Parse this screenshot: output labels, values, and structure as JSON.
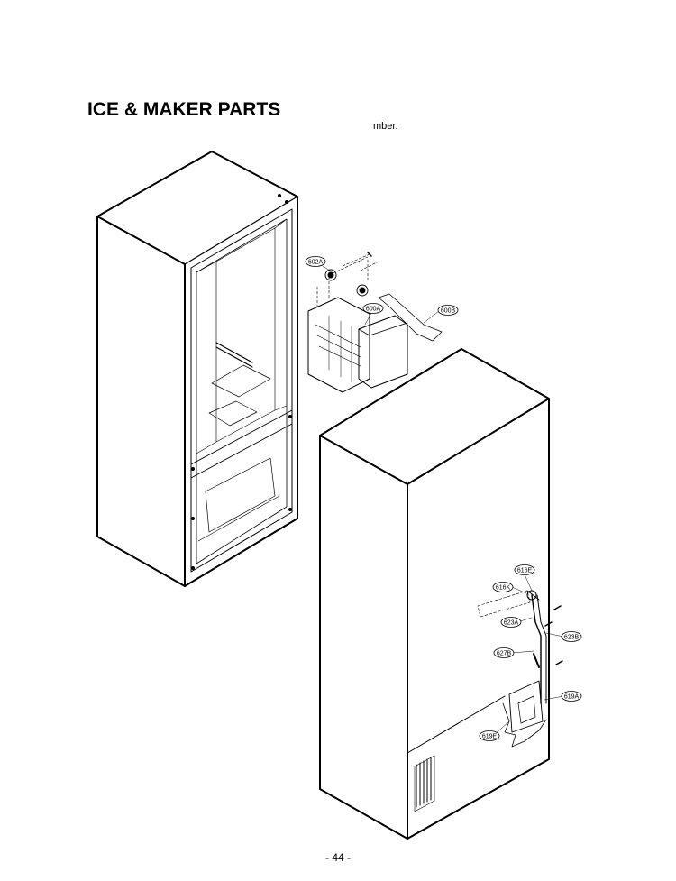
{
  "page": {
    "title": "ICE & MAKER PARTS",
    "note_fragment": "mber.",
    "page_number": "- 44 -"
  },
  "callouts": {
    "c602A": "602A",
    "c600A": "600A",
    "c600B": "600B",
    "c616E": "616E",
    "c616K": "616K",
    "c623A": "623A",
    "c623B": "623B",
    "c627B": "627B",
    "c619A": "619A",
    "c619E": "619E"
  }
}
